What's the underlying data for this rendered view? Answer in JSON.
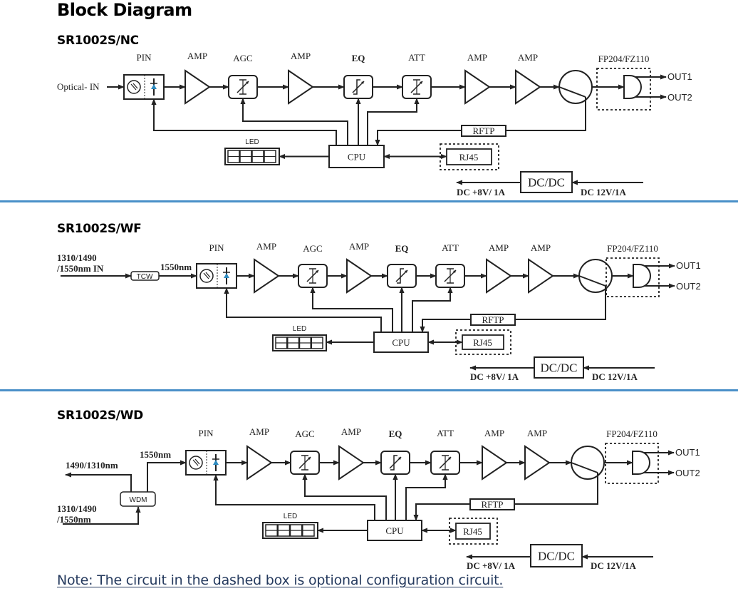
{
  "page": {
    "title": "Block Diagram",
    "note": "Note: The circuit in the dashed box is optional configuration circuit.",
    "separator_color": "#4a90c8"
  },
  "labels": {
    "pin": "PIN",
    "amp": "AMP",
    "agc": "AGC",
    "eq": "EQ",
    "att": "ATT",
    "fp": "FP204/FZ110",
    "out1": "OUT1",
    "out2": "OUT2",
    "rftp": "RFTP",
    "cpu": "CPU",
    "rj45": "RJ45",
    "led": "LED",
    "dcdc": "DC/DC",
    "dc_out": "DC +8V/ 1A",
    "dc_in": "DC 12V/1A"
  },
  "sections": [
    {
      "id": "nc",
      "title": "SR1002S/NC",
      "input_type": "optical",
      "input_label": "Optical- IN"
    },
    {
      "id": "wf",
      "title": "SR1002S/WF",
      "input_type": "tcw",
      "input_label_line1": "1310/1490",
      "input_label_line2": "/1550nm IN",
      "filter_label": "TCW",
      "wavelength_label": "1550nm"
    },
    {
      "id": "wd",
      "title": "SR1002S/WD",
      "input_type": "wdm",
      "output_label": "1490/1310nm",
      "input_label_line1": "1310/1490",
      "input_label_line2": "/1550nm",
      "filter_label": "WDM",
      "wavelength_label": "1550nm"
    }
  ]
}
